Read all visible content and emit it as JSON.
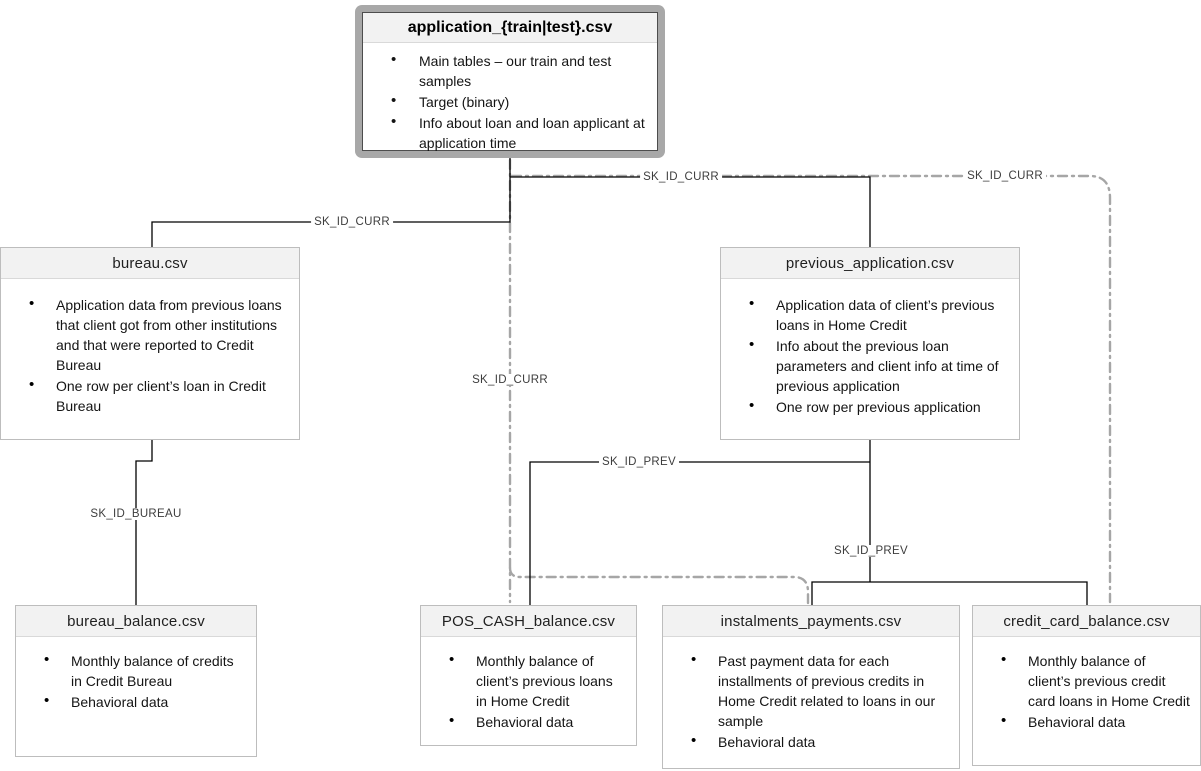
{
  "diagram": {
    "boxes": {
      "application": {
        "title": "application_{train|test}.csv",
        "bullets": [
          "Main tables – our train and test samples",
          "Target (binary)",
          "Info about loan and loan applicant at application time"
        ]
      },
      "bureau": {
        "title": "bureau.csv",
        "bullets": [
          "Application data from previous loans that client got from other institutions and that were reported to Credit Bureau",
          "One row per client’s loan in Credit Bureau"
        ]
      },
      "previous_application": {
        "title": "previous_application.csv",
        "bullets": [
          "Application data of client’s previous loans in Home Credit",
          "Info about the previous loan parameters and client info at time of previous application",
          "One row per previous application"
        ]
      },
      "bureau_balance": {
        "title": "bureau_balance.csv",
        "bullets": [
          "Monthly balance of credits in Credit Bureau",
          "Behavioral data"
        ]
      },
      "pos_cash_balance": {
        "title": "POS_CASH_balance.csv",
        "bullets": [
          "Monthly balance of client’s previous loans in Home Credit",
          "Behavioral data"
        ]
      },
      "instalments_payments": {
        "title": "instalments_payments.csv",
        "bullets": [
          "Past payment data for each installments of previous credits in Home Credit related to loans in our sample",
          "Behavioral data"
        ]
      },
      "credit_card_balance": {
        "title": "credit_card_balance.csv",
        "bullets": [
          "Monthly balance of client’s previous credit card loans in Home Credit",
          "Behavioral data"
        ]
      }
    },
    "edge_labels": {
      "sk_id_curr_left": "SK_ID_CURR",
      "sk_id_curr_mid": "SK_ID_CURR",
      "sk_id_curr_right": "SK_ID_CURR",
      "sk_id_curr_vertical": "SK_ID_CURR",
      "sk_id_prev_left": "SK_ID_PREV",
      "sk_id_prev_right": "SK_ID_PREV",
      "sk_id_bureau": "SK_ID_BUREAU"
    },
    "colors": {
      "connector_solid": "#000000",
      "connector_dashdot": "#a6a6a6",
      "box_border": "#bdbdbd",
      "header_fill": "#f2f2f2",
      "app_frame": "#a8a8a8"
    }
  }
}
